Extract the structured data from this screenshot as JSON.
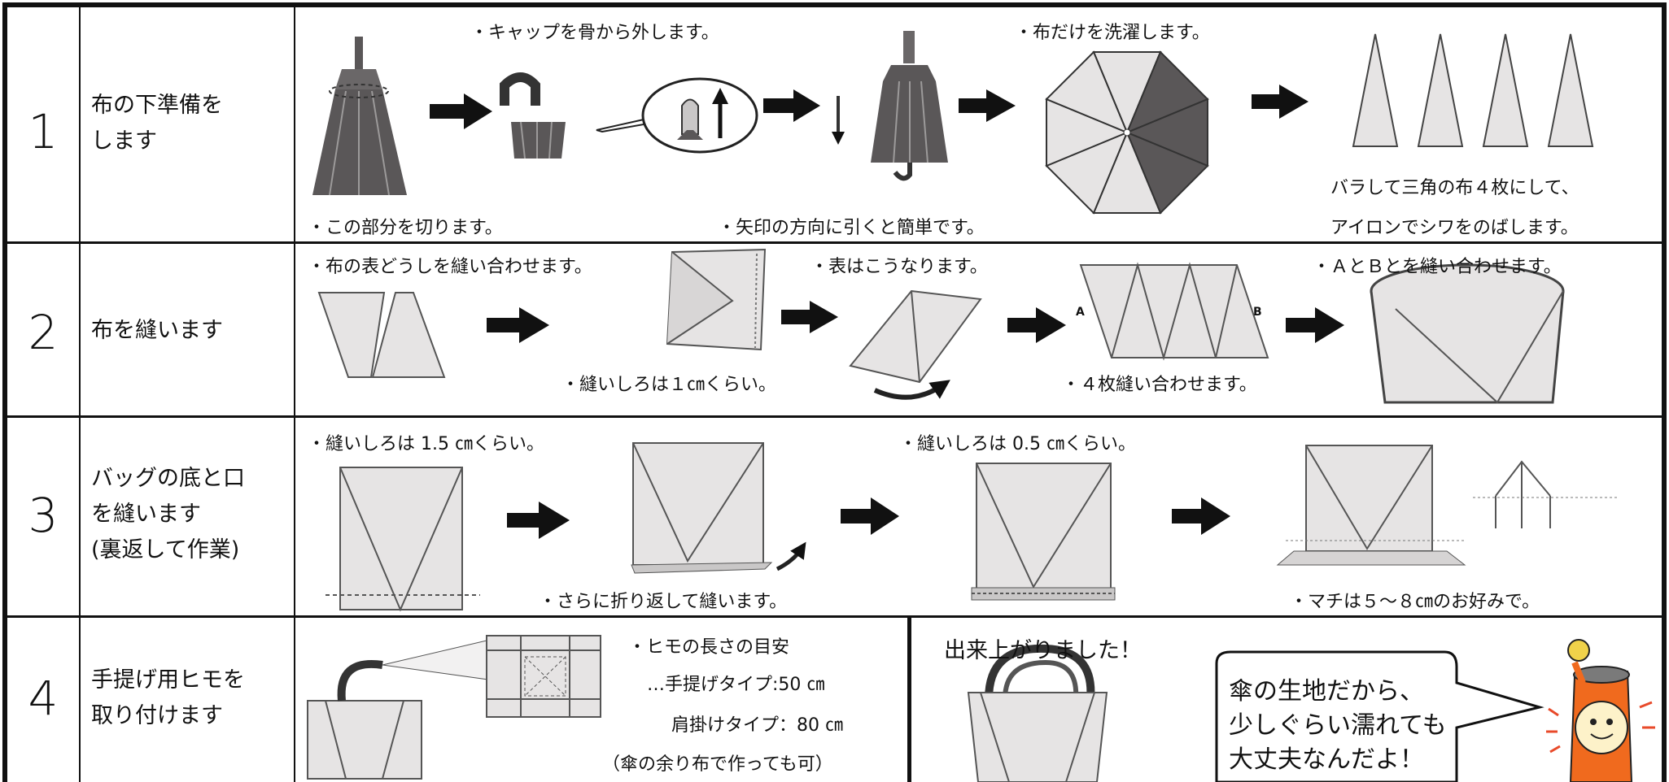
{
  "rows": [
    {
      "number": "1",
      "title": "布の下準備を\nします",
      "notes": [
        "・キャップを骨から外します。",
        "・布だけを洗濯します。",
        "・この部分を切ります。",
        "・矢印の方向に引くと簡単です。",
        "バラして三角の布４枚にして、",
        "アイロンでシワをのばします。"
      ]
    },
    {
      "number": "2",
      "title": "布を縫います",
      "notes": [
        "・布の表どうしを縫い合わせます。",
        "・表はこうなります。",
        "・ＡとＢとを縫い合わせます。",
        "・縫いしろは１㎝くらい。",
        "・４枚縫い合わせます。"
      ],
      "labels": [
        "A",
        "B"
      ]
    },
    {
      "number": "3",
      "title": "バッグの底と口\nを縫います\n(裏返して作業)",
      "notes": [
        "・縫いしろは 1.5 ㎝くらい。",
        "・縫いしろは 0.5 ㎝くらい。",
        "・さらに折り返して縫います。",
        "・マチは５～８㎝のお好みで。"
      ]
    },
    {
      "number": "4",
      "title": "手提げ用ヒモを\n取り付けます",
      "notes": [
        "・ヒモの長さの目安",
        "…手提げタイプ:50 ㎝",
        "肩掛けタイプ：80 ㎝",
        "（傘の余り布で作っても可）"
      ]
    }
  ],
  "finished": {
    "heading": "出来上がりました！",
    "speech": "傘の生地だから、\n少しぐらい濡れても\n大丈夫なんだよ！"
  },
  "colors": {
    "border": "#111111",
    "fabric_light": "#e6e4e4",
    "fabric_dark": "#5a5758",
    "mascot_orange": "#f06a1e"
  }
}
